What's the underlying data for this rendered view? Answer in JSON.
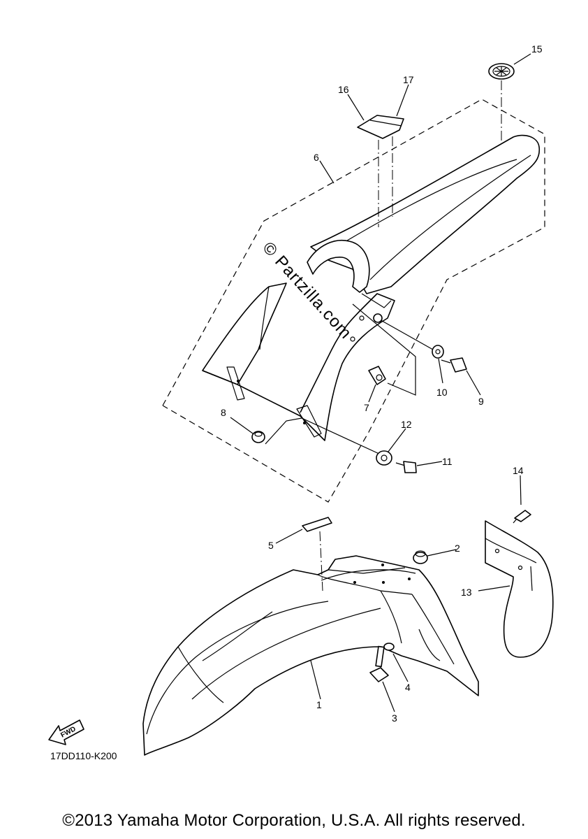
{
  "diagram": {
    "code": "17DD110-K200",
    "copyright": "©2013 Yamaha Motor Corporation, U.S.A. All rights reserved.",
    "watermark": "© Partzilla.com",
    "direction_arrow_label": "FWD",
    "callouts": [
      "1",
      "2",
      "3",
      "4",
      "5",
      "6",
      "7",
      "8",
      "9",
      "10",
      "11",
      "12",
      "13",
      "14",
      "15",
      "16",
      "17"
    ]
  }
}
